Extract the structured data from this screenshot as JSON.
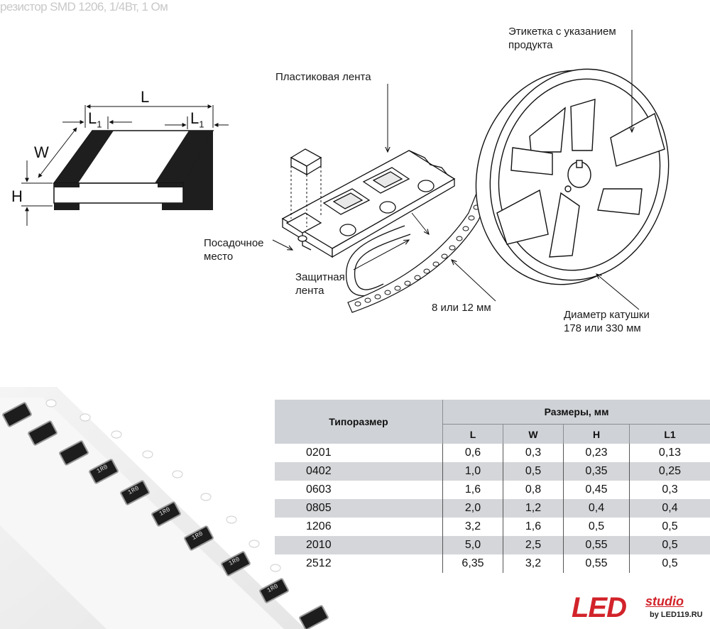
{
  "watermark": "резистор SMD 1206, 1/4Вт, 1 Ом",
  "resistor": {
    "dim_L": "L",
    "dim_W": "W",
    "dim_H": "H",
    "dim_L1_main": "L",
    "dim_L1_sub": "1"
  },
  "labels": {
    "plastic_tape": "Пластиковая лента",
    "product_label_1": "Этикетка с указанием",
    "product_label_2": "продукта",
    "seat_1": "Посадочное",
    "seat_2": "место",
    "cover_tape_1": "Защитная",
    "cover_tape_2": "лента",
    "tape_width": "8 или 12 мм",
    "reel_diameter_1": "Диаметр катушки",
    "reel_diameter_2": "178 или 330 мм"
  },
  "table": {
    "header_size": "Типоразмер",
    "header_dims": "Размеры, мм",
    "columns": [
      "L",
      "W",
      "H",
      "L1"
    ],
    "rows": [
      {
        "size": "0201",
        "values": [
          "0,6",
          "0,3",
          "0,23",
          "0,13"
        ]
      },
      {
        "size": "0402",
        "values": [
          "1,0",
          "0,5",
          "0,35",
          "0,25"
        ]
      },
      {
        "size": "0603",
        "values": [
          "1,6",
          "0,8",
          "0,45",
          "0,3"
        ]
      },
      {
        "size": "0805",
        "values": [
          "2,0",
          "1,2",
          "0,4",
          "0,4"
        ]
      },
      {
        "size": "1206",
        "values": [
          "3,2",
          "1,6",
          "0,5",
          "0,5"
        ]
      },
      {
        "size": "2010",
        "values": [
          "5,0",
          "2,5",
          "0,55",
          "0,5"
        ]
      },
      {
        "size": "2512",
        "values": [
          "6,35",
          "3,2",
          "0,55",
          "0,5"
        ]
      }
    ]
  },
  "photo": {
    "chip_marking": "1R0"
  },
  "logo": {
    "brand": "LED",
    "sub": "studio",
    "by": "by LED119.RU",
    "brand_color": "#d2232a"
  }
}
